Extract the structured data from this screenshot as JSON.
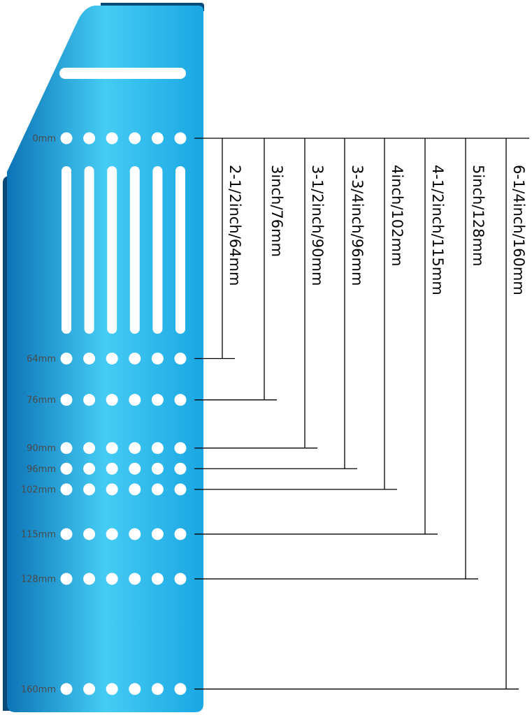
{
  "colors": {
    "body_light": "#44ccf4",
    "body_mid": "#1aa6e2",
    "body_dark": "#0d74b6",
    "edge_dark": "#0a4a78",
    "hole": "#ffffff",
    "line": "#000000",
    "mm_label": "#4a4a4a"
  },
  "columns_per_row": 6,
  "rows": [
    {
      "mm": 0,
      "label": "0mm"
    },
    {
      "mm": 64,
      "label": "64mm"
    },
    {
      "mm": 76,
      "label": "76mm"
    },
    {
      "mm": 90,
      "label": "90mm"
    },
    {
      "mm": 96,
      "label": "96mm"
    },
    {
      "mm": 102,
      "label": "102mm"
    },
    {
      "mm": 115,
      "label": "115mm"
    },
    {
      "mm": 128,
      "label": "128mm"
    },
    {
      "mm": 160,
      "label": "160mm"
    }
  ],
  "sizes": [
    {
      "label": "2-1/2inch/64mm",
      "mm": 64
    },
    {
      "label": "3inch/76mm",
      "mm": 76
    },
    {
      "label": "3-1/2inch/90mm",
      "mm": 90
    },
    {
      "label": "3-3/4inch/96mm",
      "mm": 96
    },
    {
      "label": "4inch/102mm",
      "mm": 102
    },
    {
      "label": "4-1/2inch/115mm",
      "mm": 115
    },
    {
      "label": "5inch/128mm",
      "mm": 128
    },
    {
      "label": "6-1/4inch/160mm",
      "mm": 160
    }
  ],
  "slot_count": 6
}
